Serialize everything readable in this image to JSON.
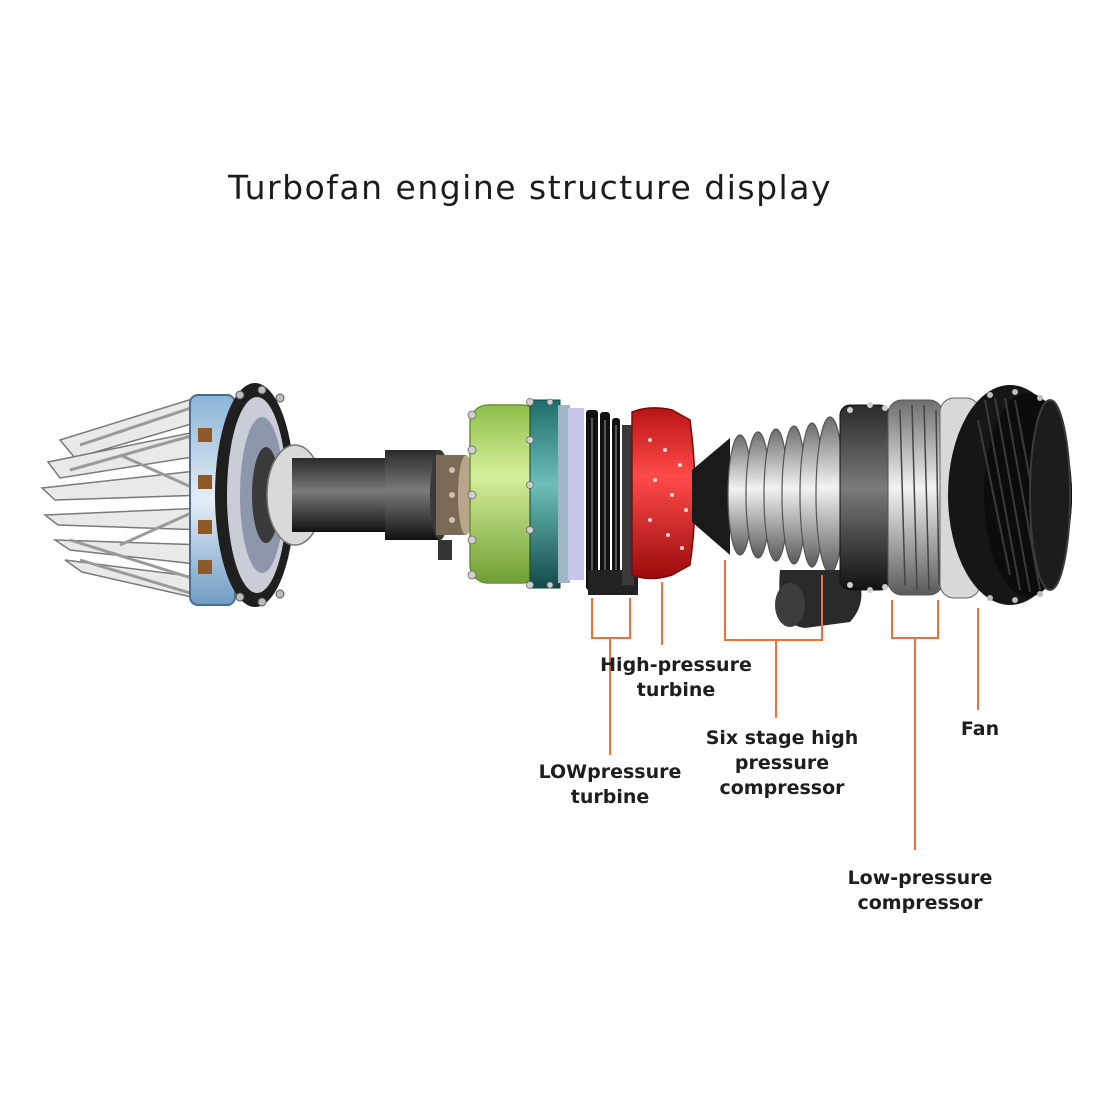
{
  "title": "Turbofan engine structure display",
  "accent_color": "#f0703a",
  "labels": {
    "high_pressure_turbine": "High-pressure\nturbine",
    "low_pressure_turbine": "LOWpressure\nturbine",
    "six_stage_hpc": "Six stage high\npressure compressor",
    "fan": "Fan",
    "low_pressure_compressor": "Low-pressure\ncompressor"
  }
}
